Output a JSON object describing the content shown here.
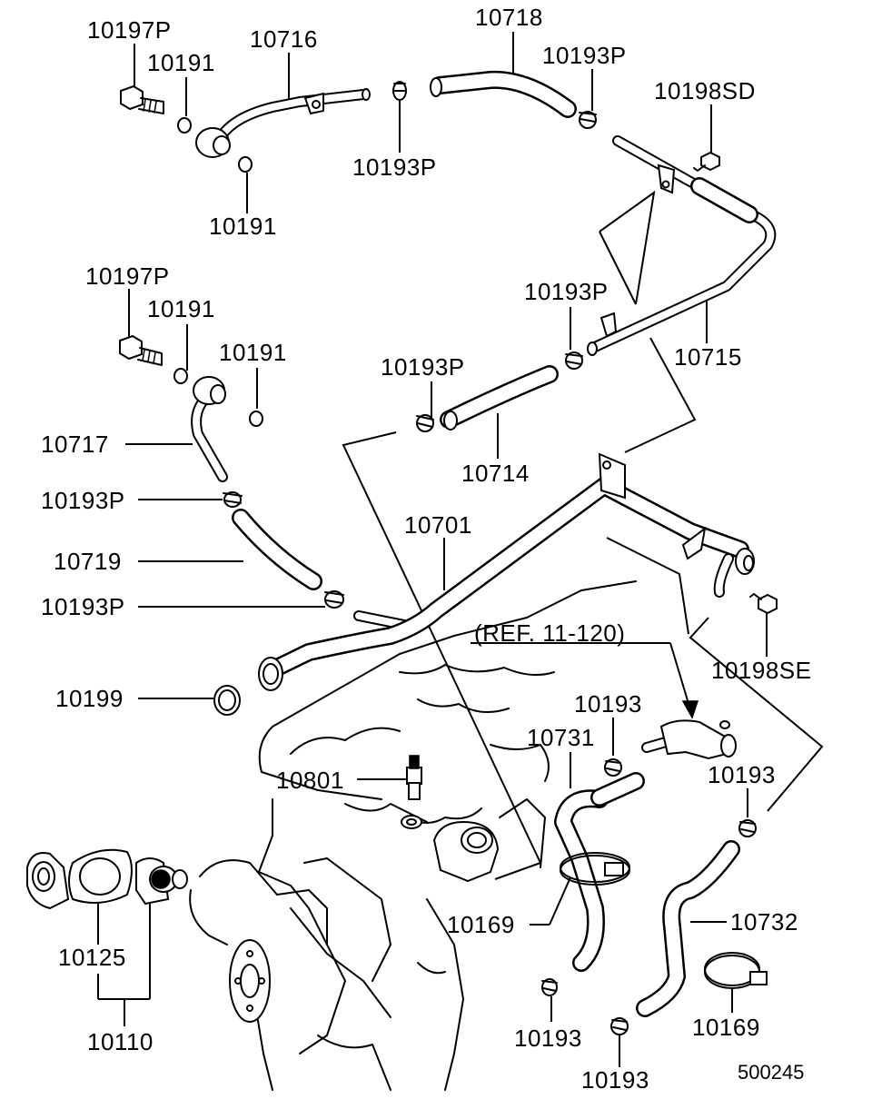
{
  "figure_number": "500245",
  "reference_note": "(REF. 11-120)",
  "labels": [
    {
      "id": "p10197P_a",
      "text": "10197P"
    },
    {
      "id": "p10191_a",
      "text": "10191"
    },
    {
      "id": "p10716",
      "text": "10716"
    },
    {
      "id": "p10718",
      "text": "10718"
    },
    {
      "id": "p10193P_a",
      "text": "10193P"
    },
    {
      "id": "p10198SD",
      "text": "10198SD"
    },
    {
      "id": "p10193P_b",
      "text": "10193P"
    },
    {
      "id": "p10191_b",
      "text": "10191"
    },
    {
      "id": "p10197P_b",
      "text": "10197P"
    },
    {
      "id": "p10191_c",
      "text": "10191"
    },
    {
      "id": "p10191_d",
      "text": "10191"
    },
    {
      "id": "p10193P_c",
      "text": "10193P"
    },
    {
      "id": "p10193P_d",
      "text": "10193P"
    },
    {
      "id": "p10715",
      "text": "10715"
    },
    {
      "id": "p10717",
      "text": "10717"
    },
    {
      "id": "p10714",
      "text": "10714"
    },
    {
      "id": "p10193P_e",
      "text": "10193P"
    },
    {
      "id": "p10701",
      "text": "10701"
    },
    {
      "id": "p10719",
      "text": "10719"
    },
    {
      "id": "p10193P_f",
      "text": "10193P"
    },
    {
      "id": "p10198SE",
      "text": "10198SE"
    },
    {
      "id": "p10199",
      "text": "10199"
    },
    {
      "id": "p10193_a",
      "text": "10193"
    },
    {
      "id": "p10731",
      "text": "10731"
    },
    {
      "id": "p10801",
      "text": "10801"
    },
    {
      "id": "p10193_b",
      "text": "10193"
    },
    {
      "id": "p10169_a",
      "text": "10169"
    },
    {
      "id": "p10732",
      "text": "10732"
    },
    {
      "id": "p10125",
      "text": "10125"
    },
    {
      "id": "p10110",
      "text": "10110"
    },
    {
      "id": "p10193_c",
      "text": "10193"
    },
    {
      "id": "p10169_b",
      "text": "10169"
    },
    {
      "id": "p10193_d",
      "text": "10193"
    }
  ]
}
